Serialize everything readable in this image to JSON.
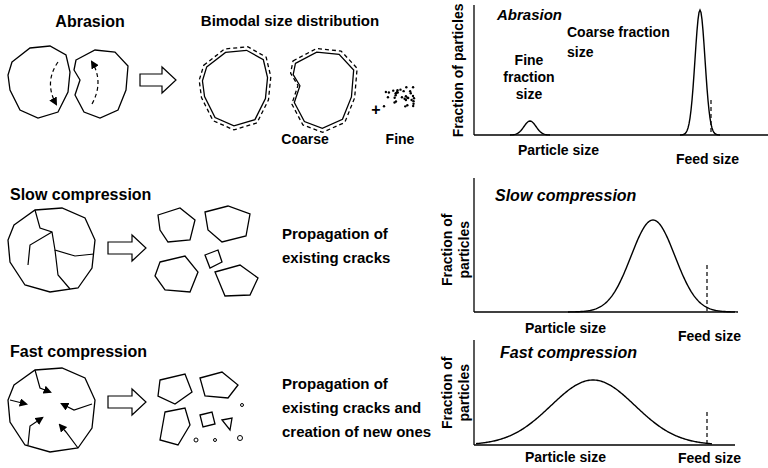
{
  "diagram": {
    "labels": [
      "Abrasion",
      "Bimodal size distribution",
      "Coarse",
      "+",
      "Fine",
      "Abrasion",
      "Fine fraction size",
      "Coarse fraction size",
      "Fraction of particles",
      "Particle size",
      "Feed size",
      "Slow compression",
      "Propagation of existing cracks",
      "Slow compression",
      "Fraction of particles",
      "Particle size",
      "Feed size",
      "Fast compression",
      "Propagation of existing cracks and creation of new ones",
      "Fast compression",
      "Fraction of particles",
      "Particle size",
      "Feed size"
    ]
  }
}
